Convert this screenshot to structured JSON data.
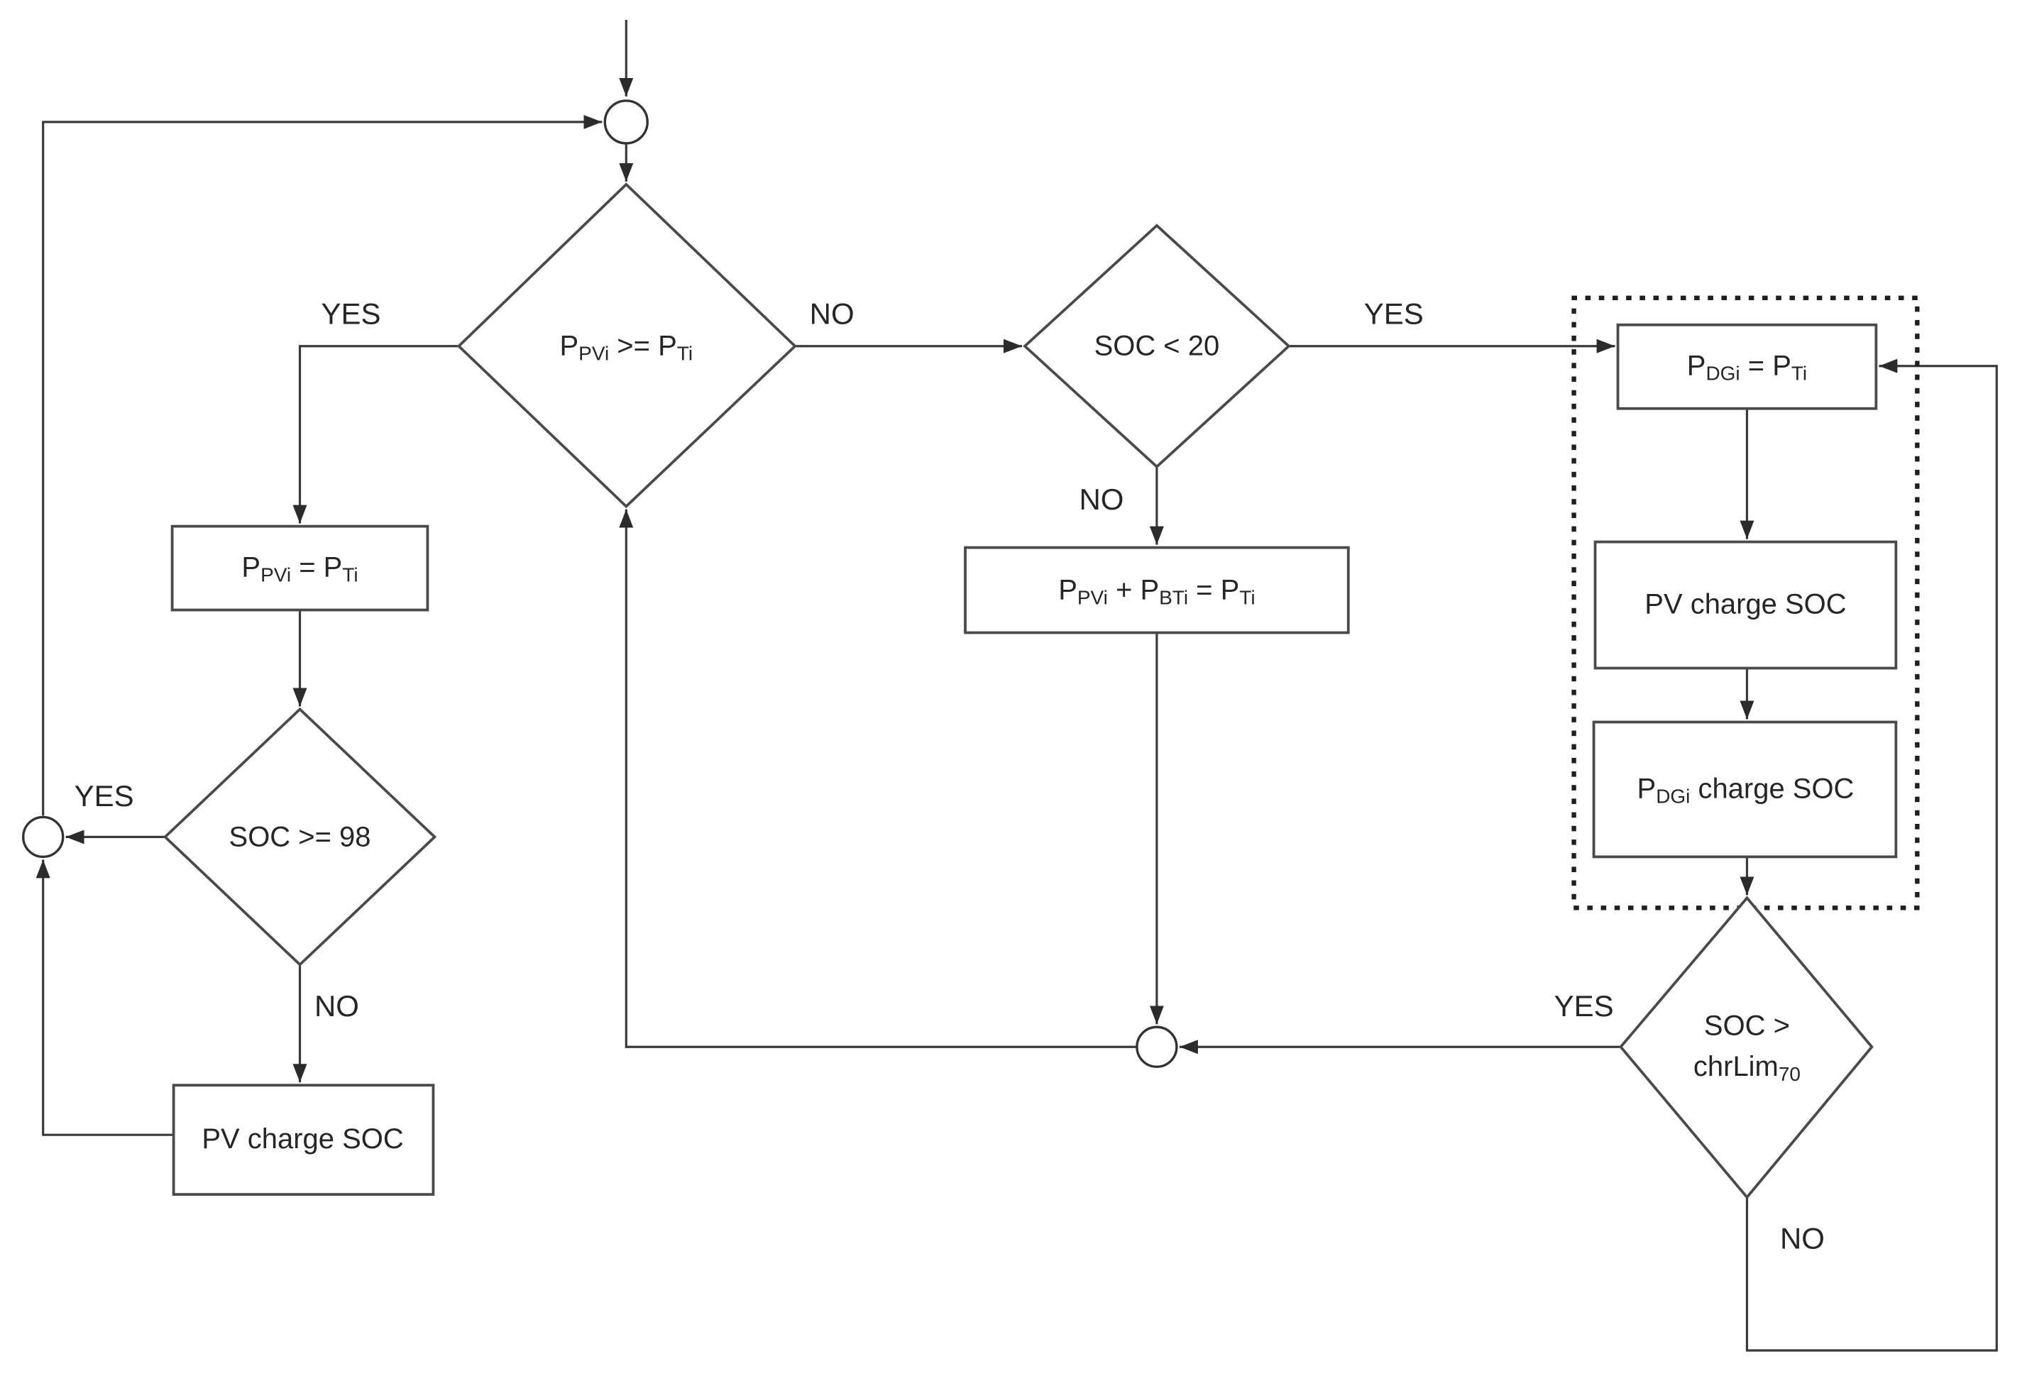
{
  "diagram": {
    "type": "flowchart",
    "colors": {
      "background": "#ffffff",
      "line": "#3a3a3a",
      "box_stroke": "#4a4a4a",
      "text": "#262626"
    },
    "nodes": {
      "decision_ppv_ge_pt": {
        "shape": "diamond",
        "label_runs": [
          {
            "t": "P"
          },
          {
            "t": "PVi",
            "sub": true
          },
          {
            "t": " >= "
          },
          {
            "t": "P"
          },
          {
            "t": "Ti",
            "sub": true
          }
        ]
      },
      "process_ppv_eq_pt": {
        "shape": "rect",
        "label_runs": [
          {
            "t": "P"
          },
          {
            "t": "PVi",
            "sub": true
          },
          {
            "t": " = "
          },
          {
            "t": "P"
          },
          {
            "t": "Ti",
            "sub": true
          }
        ]
      },
      "decision_soc_ge_98": {
        "shape": "diamond",
        "label": "SOC >= 98"
      },
      "process_pv_charge_soc_left": {
        "shape": "rect",
        "label": "PV charge SOC"
      },
      "decision_soc_lt_20": {
        "shape": "diamond",
        "label": "SOC < 20"
      },
      "process_ppv_pbt_eq_pt": {
        "shape": "rect",
        "label_runs": [
          {
            "t": "P"
          },
          {
            "t": "PVi",
            "sub": true
          },
          {
            "t": " + "
          },
          {
            "t": "P"
          },
          {
            "t": "BTi",
            "sub": true
          },
          {
            "t": " = "
          },
          {
            "t": "P"
          },
          {
            "t": "Ti",
            "sub": true
          }
        ]
      },
      "process_pdg_eq_pt": {
        "shape": "rect",
        "label_runs": [
          {
            "t": "P"
          },
          {
            "t": "DGi",
            "sub": true
          },
          {
            "t": " = "
          },
          {
            "t": "P"
          },
          {
            "t": "Ti",
            "sub": true
          }
        ]
      },
      "process_pv_charge_soc_right": {
        "shape": "rect",
        "label": "PV charge SOC"
      },
      "process_pdg_charge_soc": {
        "shape": "rect",
        "label_runs": [
          {
            "t": "P"
          },
          {
            "t": "DGi",
            "sub": true
          },
          {
            "t": " charge SOC"
          }
        ]
      },
      "decision_soc_gt_chrlim": {
        "shape": "diamond",
        "label_line1": "SOC >",
        "label_line2_runs": [
          {
            "t": "chrLim"
          },
          {
            "t": "70",
            "sub": true
          }
        ]
      }
    },
    "edge_labels": {
      "ppv_ge_pt_yes": "YES",
      "ppv_ge_pt_no": "NO",
      "soc_lt_20_yes": "YES",
      "soc_lt_20_no": "NO",
      "soc_ge_98_yes": "YES",
      "soc_ge_98_no": "NO",
      "soc_gt_chrlim_yes": "YES",
      "soc_gt_chrlim_no": "NO"
    }
  }
}
